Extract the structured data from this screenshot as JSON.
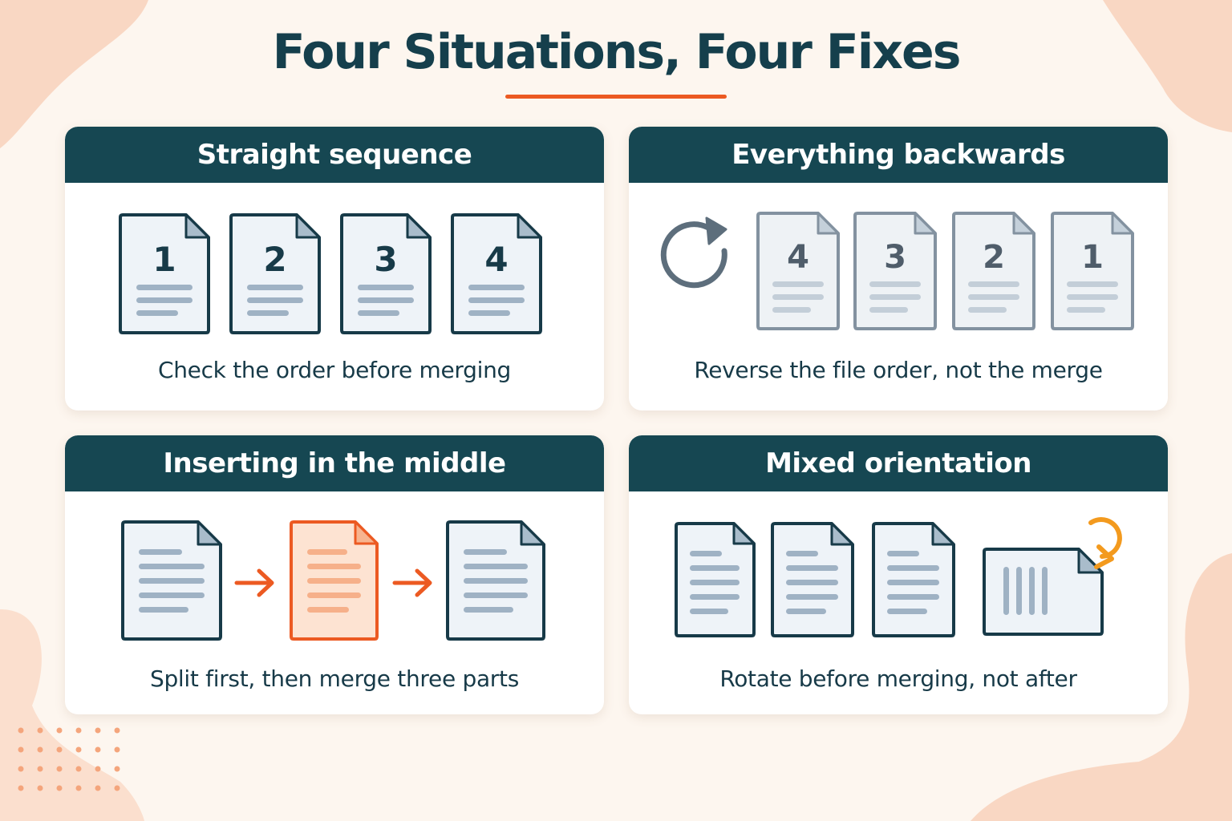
{
  "title": "Four Situations, Four Fixes",
  "colors": {
    "navy": "#164752",
    "accent_orange": "#ec5a22",
    "rotate_orange": "#f39a1e",
    "background": "#fdf6ef"
  },
  "panels": [
    {
      "heading": "Straight sequence",
      "caption": "Check the order before merging",
      "pages": [
        "1",
        "2",
        "3",
        "4"
      ]
    },
    {
      "heading": "Everything backwards",
      "caption": "Reverse the file order, not the merge",
      "icon": "rotate-icon",
      "pages": [
        "4",
        "3",
        "2",
        "1"
      ]
    },
    {
      "heading": "Inserting in the middle",
      "caption": "Split first, then merge three parts",
      "icon": "arrow-right-icon"
    },
    {
      "heading": "Mixed orientation",
      "caption": "Rotate before merging, not after",
      "icon": "rotate-icon"
    }
  ]
}
